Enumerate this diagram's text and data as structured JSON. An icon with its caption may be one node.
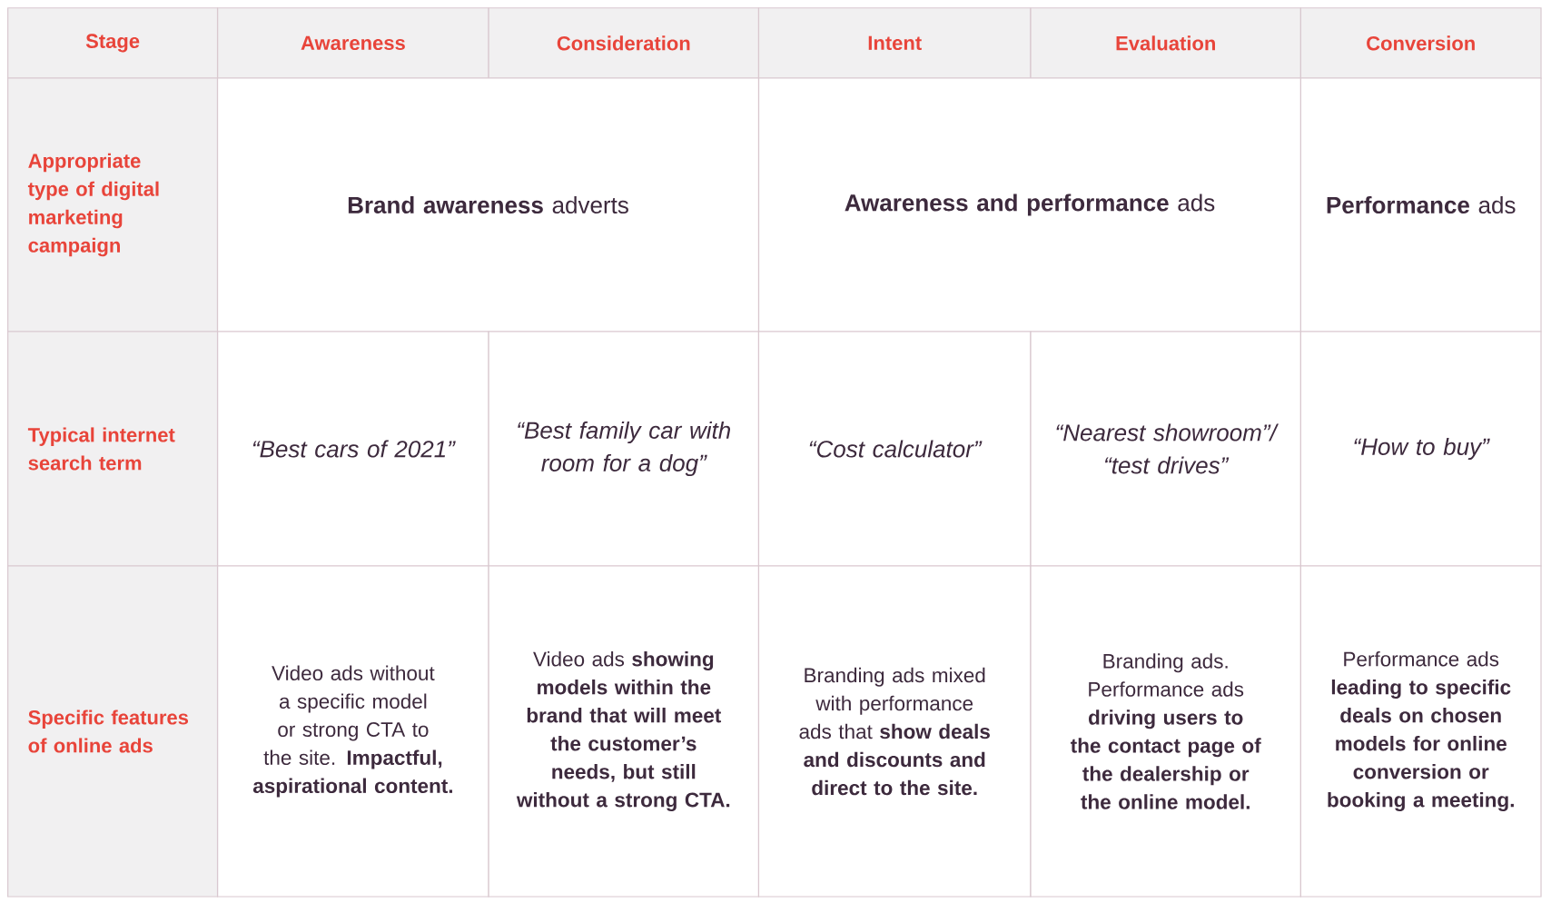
{
  "diagram": {
    "labels": [
      "Stage",
      "Awareness",
      "Consideration",
      "Intent",
      "Evaluation",
      "Conversion",
      "Appropriate type of digital marketing campaign",
      "**Brand awareness** adverts",
      "**Awareness and performance** ads",
      "**Performance** ads",
      "Typical internet search term",
      "“Best cars of 2021”",
      "“Best family car with room for a dog”",
      "“Cost calculator”",
      "“Nearest showroom”/ “test drives”",
      "“How to buy”",
      "Specific features of online ads",
      "Video ads without a specific model or strong CTA to the site. **Impactful, aspirational content.**",
      "Video ads **showing models within the brand that will meet the customer’s needs, but still without a strong CTA.**",
      "Branding ads mixed with performance ads that **show deals and discounts and direct to the site.**",
      "Branding ads. Performance ads **driving users to the contact page of the dealership or the online model.**",
      "Performance ads **leading to specific deals on chosen models for online conversion or booking a meeting.**"
    ]
  }
}
